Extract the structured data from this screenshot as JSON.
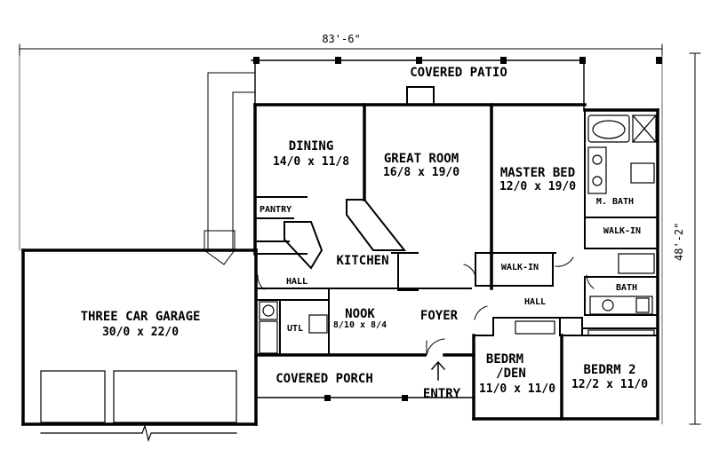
{
  "dimensions": {
    "overall_width": "83'-6\"",
    "overall_depth": "48'-2\""
  },
  "rooms": {
    "covered_patio": {
      "name": "COVERED PATIO"
    },
    "dining": {
      "name": "DINING",
      "size": "14/0 x 11/8"
    },
    "great_room": {
      "name": "GREAT ROOM",
      "size": "16/8 x 19/0"
    },
    "master_bed": {
      "name": "MASTER BED",
      "size": "12/0 x 19/0"
    },
    "master_bath": {
      "name": "M. BATH"
    },
    "walk_in_master": {
      "name": "WALK-IN"
    },
    "pantry": {
      "name": "PANTRY"
    },
    "kitchen": {
      "name": "KITCHEN"
    },
    "walk_in_hall": {
      "name": "WALK-IN"
    },
    "hall_left": {
      "name": "HALL"
    },
    "hall_right": {
      "name": "HALL"
    },
    "bath": {
      "name": "BATH"
    },
    "garage": {
      "name": "THREE CAR GARAGE",
      "size": "30/0 x 22/0"
    },
    "utility": {
      "name": "UTL"
    },
    "nook": {
      "name": "NOOK",
      "size": "8/10 x 8/4"
    },
    "foyer": {
      "name": "FOYER"
    },
    "bedroom_den": {
      "name_line1": "BEDRM",
      "name_line2": "/DEN",
      "size": "11/0 x 11/0"
    },
    "bedroom_2": {
      "name": "BEDRM 2",
      "size": "12/2 x 11/0"
    },
    "covered_porch": {
      "name": "COVERED PORCH"
    },
    "entry": {
      "name": "ENTRY"
    }
  }
}
